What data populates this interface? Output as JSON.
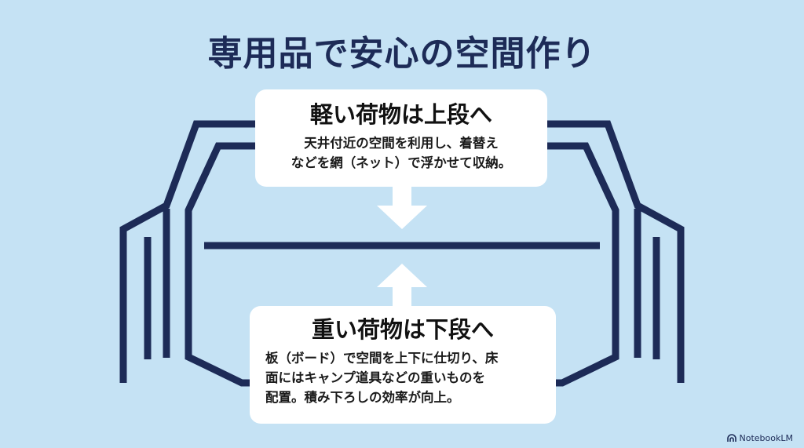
{
  "title": "専用品で安心の空間作り",
  "colors": {
    "background": "#c5e2f4",
    "line": "#1d2b57",
    "card": "#ffffff",
    "arrow": "#ffffff"
  },
  "upper_card": {
    "heading": "軽い荷物は上段へ",
    "lines": [
      "天井付近の空間を利用し、着替え",
      "などを網（ネット）で浮かせて収納。"
    ],
    "arrow_icon": "arrow-down"
  },
  "lower_card": {
    "heading": "重い荷物は下段へ",
    "lines": [
      "板（ボード）で空間を上下に仕切り、床",
      "面にはキャンプ道具などの重いものを",
      "配置。積み下ろしの効率が向上。"
    ],
    "arrow_icon": "arrow-up"
  },
  "watermark": {
    "label": "NotebookLM",
    "icon": "notebooklm-logo"
  }
}
